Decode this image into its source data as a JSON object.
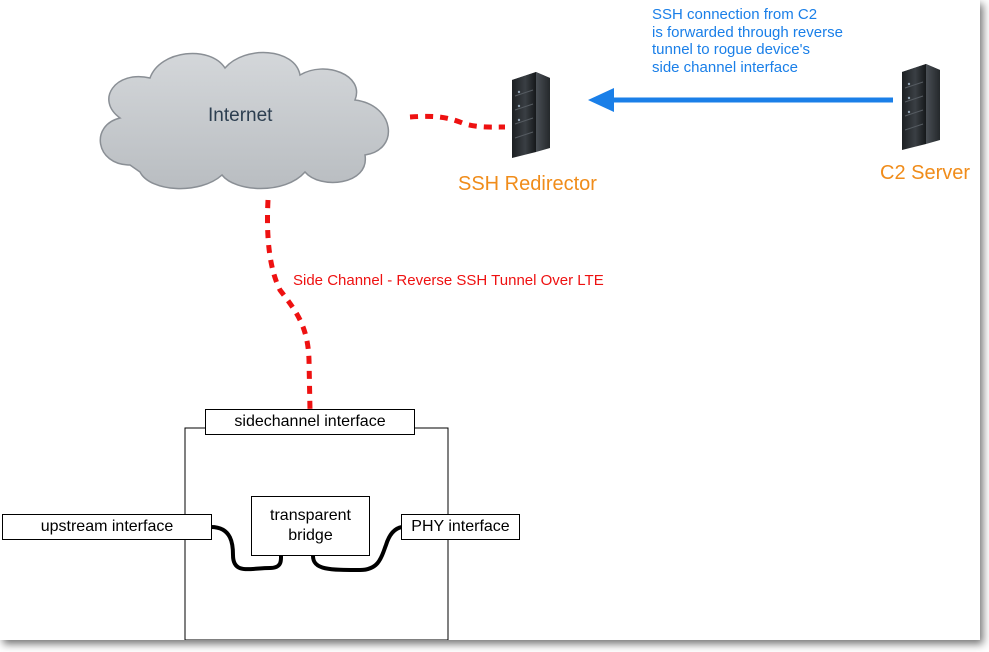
{
  "cloud": {
    "label": "Internet"
  },
  "redirector": {
    "label": "SSH Redirector"
  },
  "c2": {
    "label": "C2 Server"
  },
  "note": {
    "lines": [
      "SSH connection from C2",
      "is forwarded through reverse",
      "tunnel to rogue device's",
      "side channel interface"
    ]
  },
  "side_channel": {
    "label": "Side Channel - Reverse SSH Tunnel Over LTE"
  },
  "device": {
    "sidechannel_interface": "sidechannel interface",
    "upstream_interface": "upstream interface",
    "bridge_line1": "transparent",
    "bridge_line2": "bridge",
    "phy_interface": "PHY interface"
  },
  "colors": {
    "note_blue": "#1a7fe8",
    "arrow_blue": "#1a7fe8",
    "orange": "#f08c1a",
    "dotted_red": "#ee1111",
    "cloud_fill": "#c8ccd0",
    "cloud_stroke": "#8a8f95",
    "server_body": "#2b2f33"
  },
  "icons": {
    "cloud": "cloud-icon",
    "redirector": "server-icon",
    "c2": "server-icon"
  }
}
